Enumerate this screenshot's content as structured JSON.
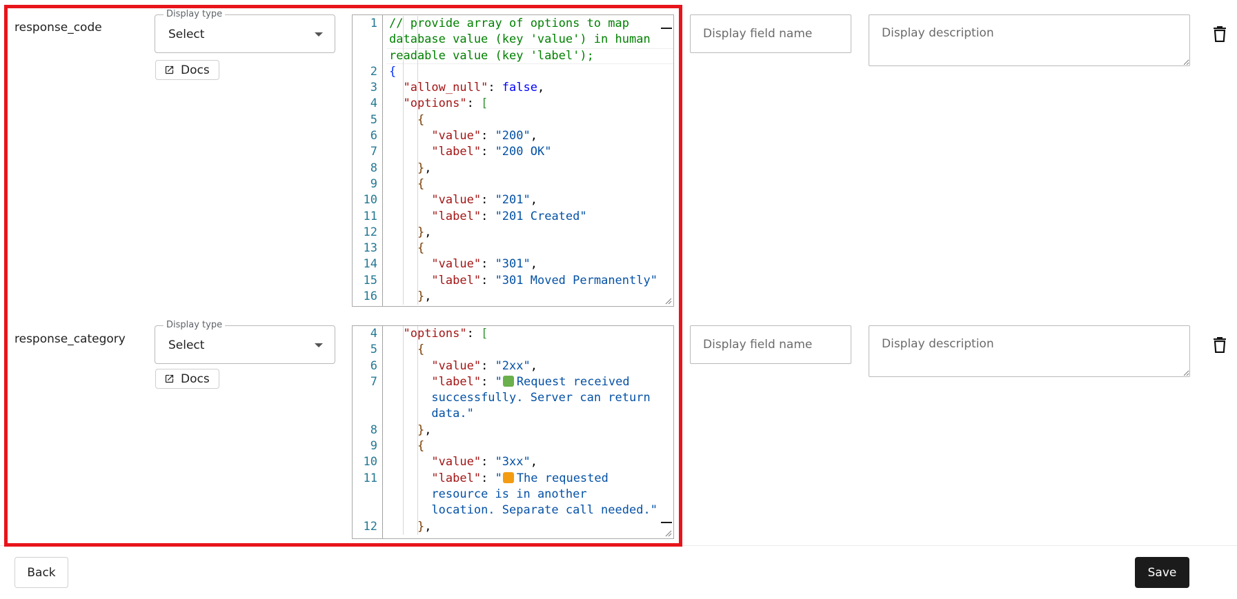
{
  "fields": [
    {
      "name": "response_code",
      "display_type": {
        "legend": "Display type",
        "value": "Select"
      },
      "docs_label": "Docs",
      "display_field_name_placeholder": "Display field name",
      "display_description_placeholder": "Display description",
      "code_lines": [
        {
          "n": "1",
          "parts": [
            {
              "t": "// provide array of options to map",
              "c": "comment"
            }
          ]
        },
        {
          "n": "",
          "parts": [
            {
              "t": "database value (key 'value') in human",
              "c": "comment"
            }
          ]
        },
        {
          "n": "",
          "hl": true,
          "parts": [
            {
              "t": "readable value (key 'label');",
              "c": "comment"
            }
          ]
        },
        {
          "n": "2",
          "parts": [
            {
              "t": "{",
              "c": "bracket1"
            }
          ]
        },
        {
          "n": "3",
          "parts": [
            {
              "t": "  "
            },
            {
              "t": "\"allow_null\"",
              "c": "key"
            },
            {
              "t": ": ",
              "c": "punct"
            },
            {
              "t": "false",
              "c": "kw"
            },
            {
              "t": ",",
              "c": "punct"
            }
          ]
        },
        {
          "n": "4",
          "parts": [
            {
              "t": "  "
            },
            {
              "t": "\"options\"",
              "c": "key"
            },
            {
              "t": ": ",
              "c": "punct"
            },
            {
              "t": "[",
              "c": "bracket2"
            }
          ]
        },
        {
          "n": "5",
          "parts": [
            {
              "t": "    "
            },
            {
              "t": "{",
              "c": "bracket"
            }
          ]
        },
        {
          "n": "6",
          "parts": [
            {
              "t": "      "
            },
            {
              "t": "\"value\"",
              "c": "key"
            },
            {
              "t": ": ",
              "c": "punct"
            },
            {
              "t": "\"200\"",
              "c": "str"
            },
            {
              "t": ",",
              "c": "punct"
            }
          ]
        },
        {
          "n": "7",
          "parts": [
            {
              "t": "      "
            },
            {
              "t": "\"label\"",
              "c": "key"
            },
            {
              "t": ": ",
              "c": "punct"
            },
            {
              "t": "\"200 OK\"",
              "c": "str"
            }
          ]
        },
        {
          "n": "8",
          "parts": [
            {
              "t": "    "
            },
            {
              "t": "}",
              "c": "bracket"
            },
            {
              "t": ",",
              "c": "punct"
            }
          ]
        },
        {
          "n": "9",
          "parts": [
            {
              "t": "    "
            },
            {
              "t": "{",
              "c": "bracket"
            }
          ]
        },
        {
          "n": "10",
          "parts": [
            {
              "t": "      "
            },
            {
              "t": "\"value\"",
              "c": "key"
            },
            {
              "t": ": ",
              "c": "punct"
            },
            {
              "t": "\"201\"",
              "c": "str"
            },
            {
              "t": ",",
              "c": "punct"
            }
          ]
        },
        {
          "n": "11",
          "parts": [
            {
              "t": "      "
            },
            {
              "t": "\"label\"",
              "c": "key"
            },
            {
              "t": ": ",
              "c": "punct"
            },
            {
              "t": "\"201 Created\"",
              "c": "str"
            }
          ]
        },
        {
          "n": "12",
          "parts": [
            {
              "t": "    "
            },
            {
              "t": "}",
              "c": "bracket"
            },
            {
              "t": ",",
              "c": "punct"
            }
          ]
        },
        {
          "n": "13",
          "parts": [
            {
              "t": "    "
            },
            {
              "t": "{",
              "c": "bracket"
            }
          ]
        },
        {
          "n": "14",
          "parts": [
            {
              "t": "      "
            },
            {
              "t": "\"value\"",
              "c": "key"
            },
            {
              "t": ": ",
              "c": "punct"
            },
            {
              "t": "\"301\"",
              "c": "str"
            },
            {
              "t": ",",
              "c": "punct"
            }
          ]
        },
        {
          "n": "15",
          "parts": [
            {
              "t": "      "
            },
            {
              "t": "\"label\"",
              "c": "key"
            },
            {
              "t": ": ",
              "c": "punct"
            },
            {
              "t": "\"301 Moved Permanently\"",
              "c": "str"
            }
          ]
        },
        {
          "n": "16",
          "parts": [
            {
              "t": "    "
            },
            {
              "t": "}",
              "c": "bracket"
            },
            {
              "t": ",",
              "c": "punct"
            }
          ]
        }
      ]
    },
    {
      "name": "response_category",
      "display_type": {
        "legend": "Display type",
        "value": "Select"
      },
      "docs_label": "Docs",
      "display_field_name_placeholder": "Display field name",
      "display_description_placeholder": "Display description",
      "code_lines": [
        {
          "n": "4",
          "parts": [
            {
              "t": "  "
            },
            {
              "t": "\"options\"",
              "c": "key"
            },
            {
              "t": ": ",
              "c": "punct"
            },
            {
              "t": "[",
              "c": "bracket2"
            }
          ]
        },
        {
          "n": "5",
          "parts": [
            {
              "t": "    "
            },
            {
              "t": "{",
              "c": "bracket"
            }
          ]
        },
        {
          "n": "6",
          "parts": [
            {
              "t": "      "
            },
            {
              "t": "\"value\"",
              "c": "key"
            },
            {
              "t": ": ",
              "c": "punct"
            },
            {
              "t": "\"2xx\"",
              "c": "str"
            },
            {
              "t": ",",
              "c": "punct"
            }
          ]
        },
        {
          "n": "7",
          "parts": [
            {
              "t": "      "
            },
            {
              "t": "\"label\"",
              "c": "key"
            },
            {
              "t": ": ",
              "c": "punct"
            },
            {
              "t": "\"",
              "c": "str"
            },
            {
              "emoji": "#6ab04c"
            },
            {
              "t": "Request received",
              "c": "str"
            }
          ]
        },
        {
          "n": "",
          "parts": [
            {
              "t": "      "
            },
            {
              "t": "successfully. Server can return",
              "c": "str"
            }
          ]
        },
        {
          "n": "",
          "parts": [
            {
              "t": "      "
            },
            {
              "t": "data.\"",
              "c": "str"
            }
          ]
        },
        {
          "n": "8",
          "parts": [
            {
              "t": "    "
            },
            {
              "t": "}",
              "c": "bracket"
            },
            {
              "t": ",",
              "c": "punct"
            }
          ]
        },
        {
          "n": "9",
          "parts": [
            {
              "t": "    "
            },
            {
              "t": "{",
              "c": "bracket"
            }
          ]
        },
        {
          "n": "10",
          "parts": [
            {
              "t": "      "
            },
            {
              "t": "\"value\"",
              "c": "key"
            },
            {
              "t": ": ",
              "c": "punct"
            },
            {
              "t": "\"3xx\"",
              "c": "str"
            },
            {
              "t": ",",
              "c": "punct"
            }
          ]
        },
        {
          "n": "11",
          "parts": [
            {
              "t": "      "
            },
            {
              "t": "\"label\"",
              "c": "key"
            },
            {
              "t": ": ",
              "c": "punct"
            },
            {
              "t": "\"",
              "c": "str"
            },
            {
              "emoji": "#f39c12"
            },
            {
              "t": "The requested",
              "c": "str"
            }
          ]
        },
        {
          "n": "",
          "parts": [
            {
              "t": "      "
            },
            {
              "t": "resource is in another",
              "c": "str"
            }
          ]
        },
        {
          "n": "",
          "parts": [
            {
              "t": "      "
            },
            {
              "t": "location. Separate call needed.\"",
              "c": "str"
            }
          ]
        },
        {
          "n": "12",
          "parts": [
            {
              "t": "    "
            },
            {
              "t": "}",
              "c": "bracket"
            },
            {
              "t": ",",
              "c": "punct"
            }
          ]
        }
      ]
    }
  ],
  "footer": {
    "back_label": "Back",
    "save_label": "Save"
  },
  "colors": {
    "highlight_border": "#e8141b",
    "save_button": "#1b1b1b",
    "line_number": "#237893",
    "comment": "#008000",
    "json_key": "#a31515",
    "json_string": "#0451a5",
    "json_keyword": "#0000ff"
  },
  "icons": {
    "docs": "external-link-icon",
    "delete": "trash-icon",
    "dropdown": "caret-down-icon",
    "resize": "resize-grip-icon"
  }
}
